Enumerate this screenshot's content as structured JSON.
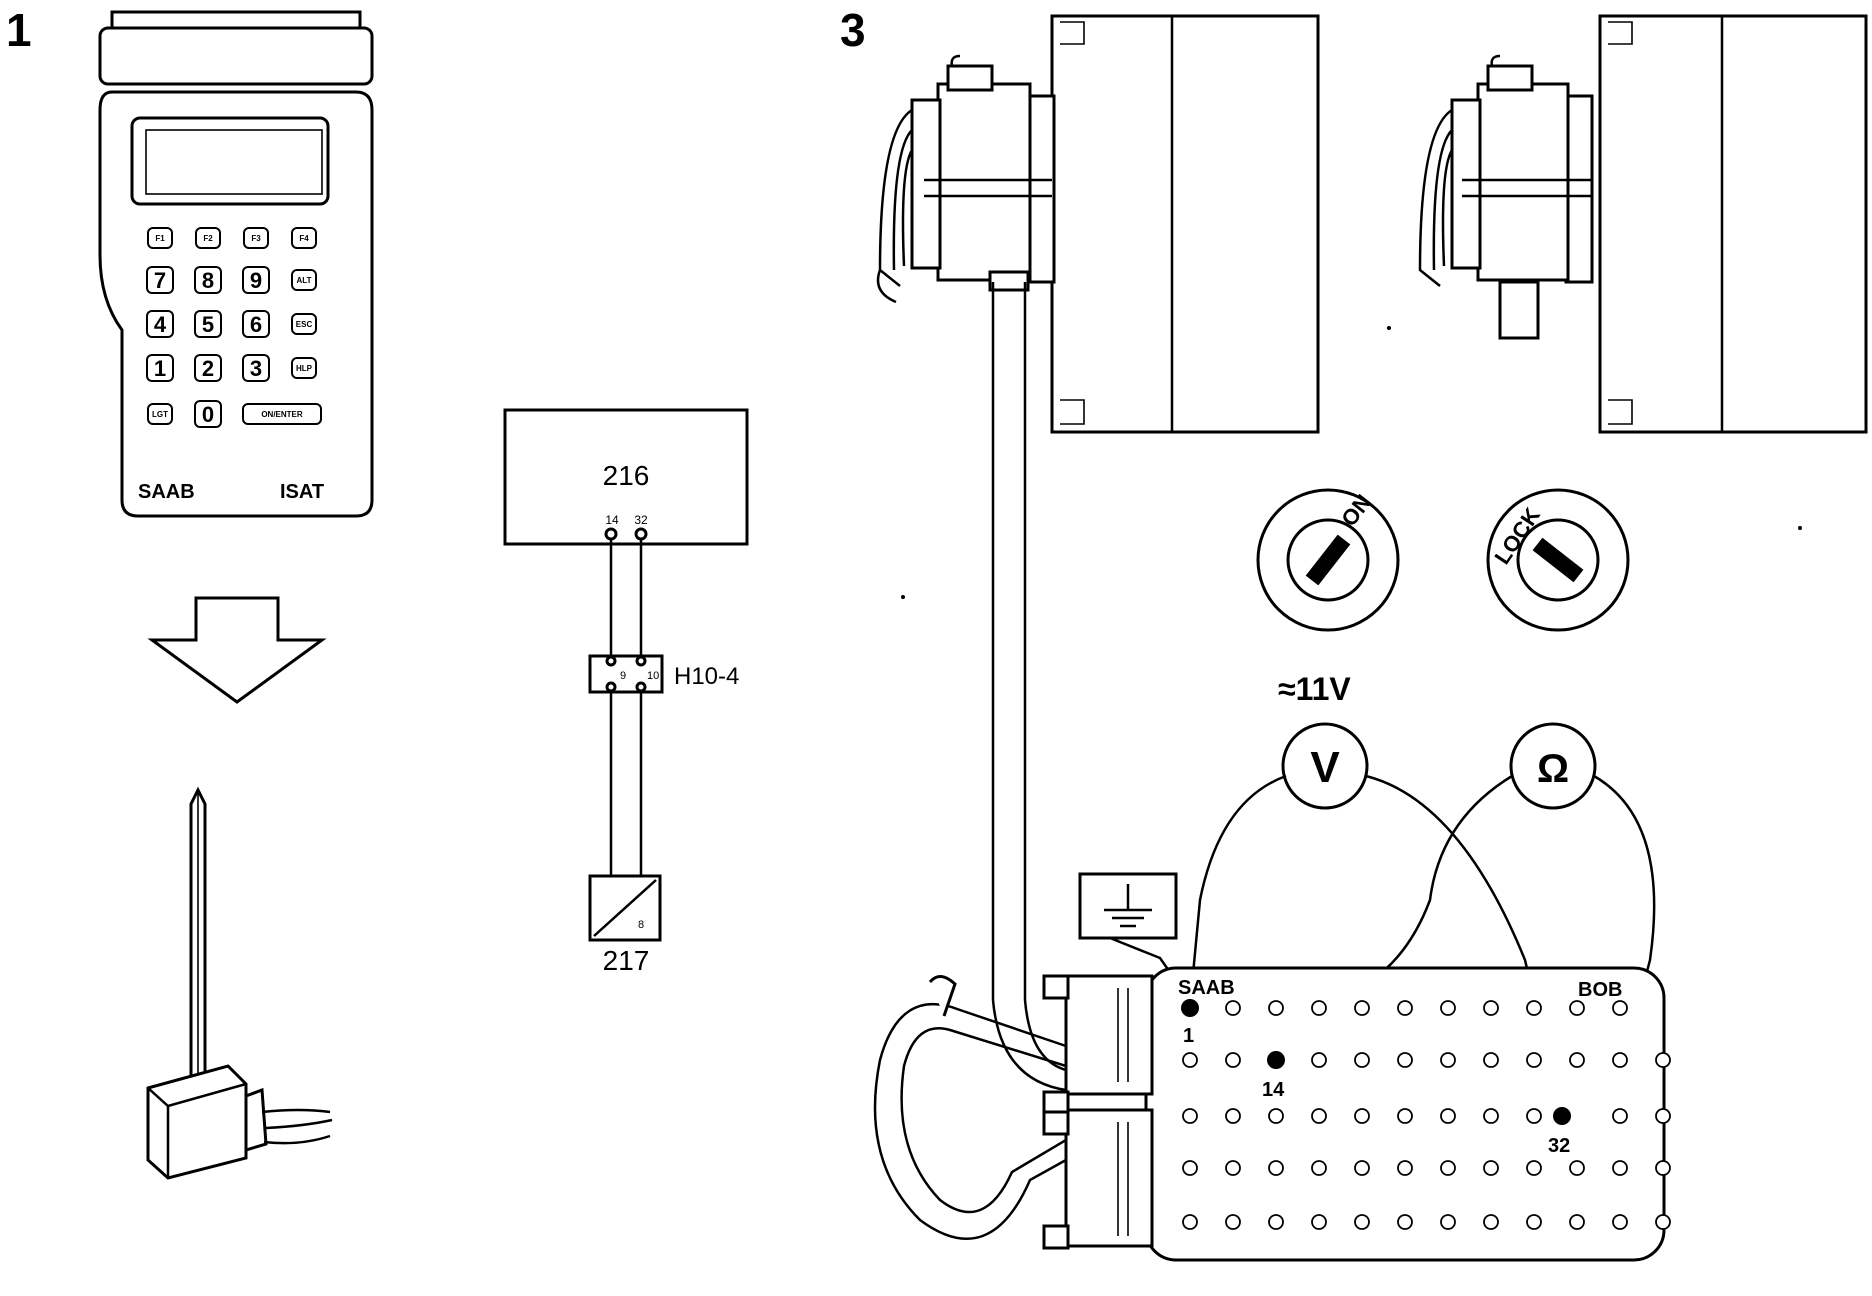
{
  "steps": {
    "step1": "1",
    "step3": "3"
  },
  "isat": {
    "brand": "SAAB",
    "model": "ISAT",
    "keys": [
      [
        "F1",
        "F2",
        "F3",
        "F4"
      ],
      [
        "7",
        "8",
        "9",
        "ALT"
      ],
      [
        "4",
        "5",
        "6",
        "ESC"
      ],
      [
        "1",
        "2",
        "3",
        "HLP"
      ],
      [
        "LGT",
        "0",
        "ON/ENTER"
      ]
    ]
  },
  "schematic": {
    "module_top": "216",
    "pin_a": "14",
    "pin_b": "32",
    "connector_pin_a": "9",
    "connector_pin_b": "10",
    "connector_label": "H10-4",
    "module_bottom": "217",
    "module_bottom_pin": "8"
  },
  "ignition": {
    "left_label": "ON",
    "right_label": "LOCK"
  },
  "meters": {
    "voltage_reading": "≈11V",
    "voltmeter_symbol": "V",
    "ohmmeter_symbol": "Ω"
  },
  "bob": {
    "brand": "SAAB",
    "name": "BOB",
    "pin_1": "1",
    "pin_14": "14",
    "pin_32": "32"
  },
  "icons": {
    "ground": "ground-icon",
    "arrow": "down-arrow-icon"
  }
}
